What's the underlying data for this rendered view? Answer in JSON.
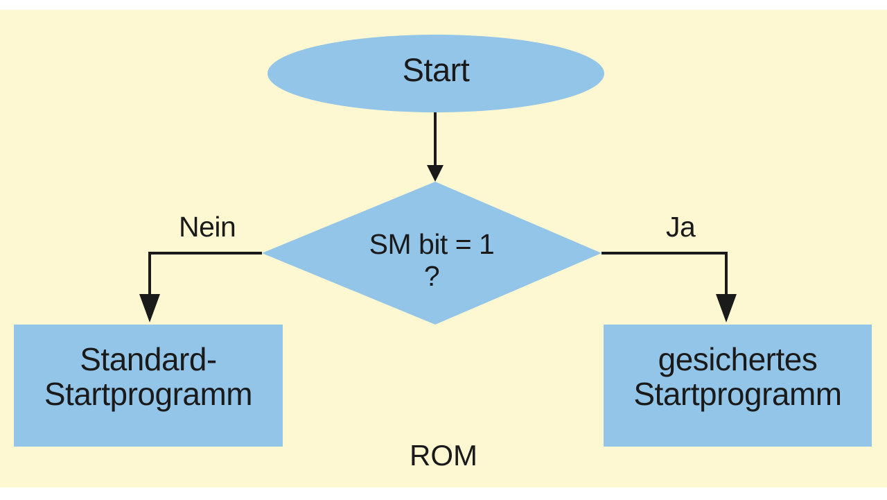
{
  "figure": {
    "caption": "ROM",
    "background_color": "#fdf8d2",
    "node_fill_color": "#92c5e8",
    "line_color": "#1a1a1a"
  },
  "nodes": {
    "start": {
      "shape": "ellipse",
      "label": "Start"
    },
    "decision": {
      "shape": "diamond",
      "line1": "SM bit = 1",
      "line2": "?"
    },
    "left_process": {
      "shape": "rectangle",
      "line1": "Standard-",
      "line2": "Startprogramm"
    },
    "right_process": {
      "shape": "rectangle",
      "line1": "gesichertes",
      "line2": "Startprogramm"
    }
  },
  "edges": {
    "start_to_decision": {
      "label": ""
    },
    "decision_to_left": {
      "label": "Nein"
    },
    "decision_to_right": {
      "label": "Ja"
    }
  }
}
